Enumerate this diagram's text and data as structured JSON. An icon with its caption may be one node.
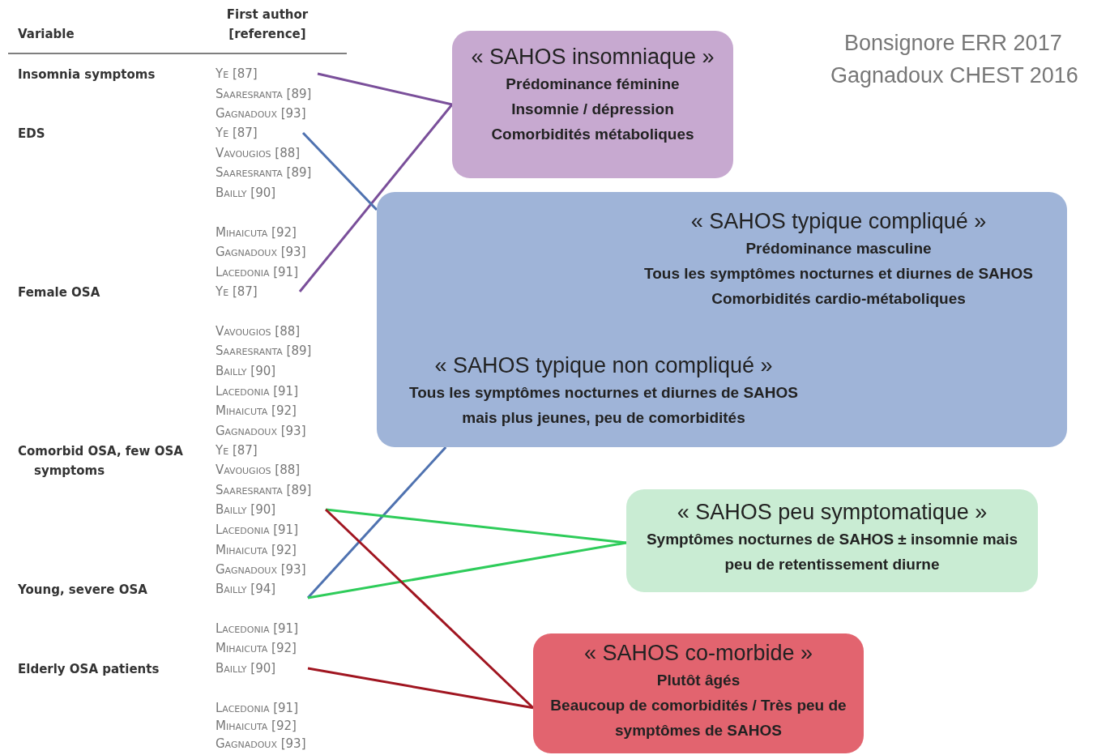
{
  "diagram": {
    "nodes": [
      {
        "text": [
          "Ye [87]"
        ]
      },
      {
        "text": [
          "Ye [87]"
        ]
      },
      {
        "text": [
          "Ye [87]"
        ]
      },
      {
        "text": [
          "Bailly [90]"
        ]
      },
      {
        "text": [
          "Bailly [94]"
        ]
      },
      {
        "text": [
          "Bailly [90]"
        ]
      },
      {
        "text": [
          "« SAHOS insomniaque »",
          "Prédominance féminine",
          "Insomnie / dépression",
          "Comorbidités métaboliques"
        ]
      },
      {
        "text": [
          "« SAHOS typique compliqué »",
          "Prédominance masculine",
          "Tous les symptômes nocturnes et diurnes de SAHOS",
          "Comorbidités cardio-métaboliques",
          "« SAHOS typique non compliqué »",
          "Tous les symptômes nocturnes et diurnes de SAHOS mais plus jeunes, peu de comorbidités"
        ]
      },
      {
        "text": [
          "« SAHOS peu symptomatique »",
          "Symptômes nocturnes de SAHOS ± insomnie mais peu de retentissement diurne"
        ]
      },
      {
        "text": [
          "« SAHOS co-morbide »",
          "Plutôt âgés",
          "Beaucoup de comorbidités / Très peu de symptômes de SAHOS"
        ]
      }
    ],
    "edges": [
      {
        "from": 0,
        "to": 6,
        "arrow": "none",
        "color": "#7a4f9a"
      },
      {
        "from": 2,
        "to": 6,
        "arrow": "none",
        "color": "#7a4f9a"
      },
      {
        "from": 1,
        "to": 7,
        "arrow": "none",
        "color": "#4f72b0"
      },
      {
        "from": 4,
        "to": 7,
        "arrow": "none",
        "color": "#4f72b0"
      },
      {
        "from": 3,
        "to": 8,
        "arrow": "none",
        "color": "#2ecc5a"
      },
      {
        "from": 4,
        "to": 8,
        "arrow": "none",
        "color": "#2ecc5a"
      },
      {
        "from": 3,
        "to": 9,
        "arrow": "none",
        "color": "#a01520"
      },
      {
        "from": 5,
        "to": 9,
        "arrow": "none",
        "color": "#a01520"
      }
    ],
    "labels": [
      "Variable",
      "First author [reference]",
      "Insomnia symptoms",
      "Saaresranta [89]",
      "Gagnadoux [93]",
      "EDS",
      "Vavougios [88]",
      "Saaresranta [89]",
      "Bailly [90]",
      "Mihaicuta [92]",
      "Gagnadoux [93]",
      "Lacedonia [91]",
      "Female OSA",
      "Vavougios [88]",
      "Saaresranta [89]",
      "Bailly [90]",
      "Lacedonia [91]",
      "Mihaicuta [92]",
      "Gagnadoux [93]",
      "Comorbid OSA, few OSA symptoms",
      "Ye [87]",
      "Vavougios [88]",
      "Saaresranta [89]",
      "Lacedonia [91]",
      "Mihaicuta [92]",
      "Gagnadoux [93]",
      "Young, severe OSA",
      "Lacedonia [91]",
      "Mihaicuta [92]",
      "Elderly OSA patients",
      "Lacedonia [91]",
      "Mihaicuta [92]",
      "Gagnadoux [93]",
      "Bonsignore ERR 2017",
      "Gagnadoux CHEST 2016"
    ]
  }
}
